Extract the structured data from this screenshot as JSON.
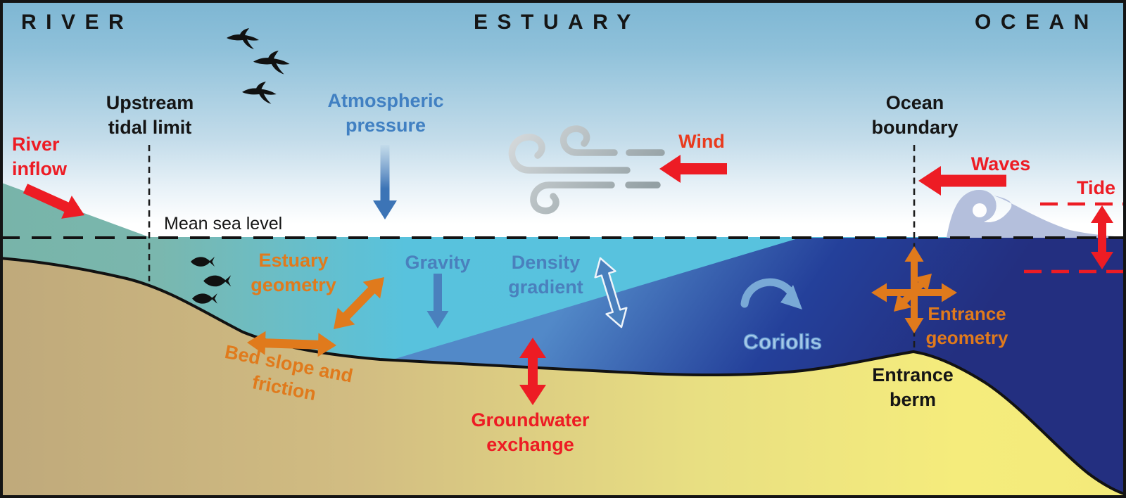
{
  "headers": {
    "river": "RIVER",
    "estuary": "ESTUARY",
    "ocean": "OCEAN"
  },
  "labels": {
    "upstream_tidal_limit": "Upstream tidal limit",
    "river_inflow": "River inflow",
    "mean_sea_level": "Mean sea level",
    "atmospheric_pressure": "Atmospheric pressure",
    "wind": "Wind",
    "ocean_boundary": "Ocean boundary",
    "waves": "Waves",
    "tide": "Tide",
    "estuary_geometry": "Estuary geometry",
    "bed_slope_and_friction": "Bed slope and friction",
    "gravity": "Gravity",
    "density_gradient": "Density gradient",
    "coriolis": "Coriolis",
    "groundwater_exchange": "Groundwater exchange",
    "entrance_geometry": "Entrance geometry",
    "entrance_berm": "Entrance berm"
  },
  "icons": {
    "flying-birds-icon": "three black bird silhouettes flying",
    "fish-school-icon": "three black fish silhouettes",
    "wind-gust-icon": "grey wind gust swirl lines",
    "breaking-wave-icon": "pale blue breaking wave with curl"
  },
  "colors": {
    "label_red": "#ed1c24",
    "label_orange": "#e07a1c",
    "label_blue": "#4a80bd",
    "coriolis_light_blue": "#a6c9e8",
    "label_black": "#151515",
    "sky_top": "#7db6d3",
    "river_water_teal": "#78b4a9",
    "estuary_water_cyan": "#57c2de",
    "ocean_water_navy": "#223077",
    "sand_left": "#c0aa7c",
    "sand_right_yellow": "#f6ee7e",
    "wave_lavender": "#b4bfdc"
  }
}
